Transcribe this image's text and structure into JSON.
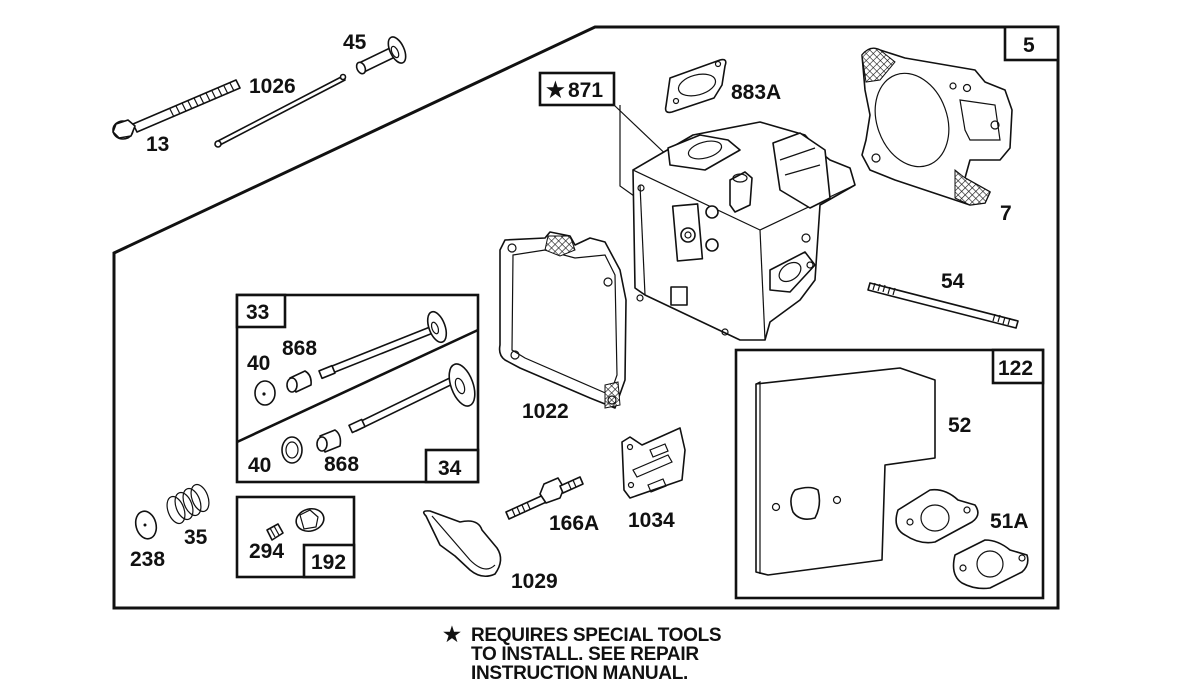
{
  "diagram": {
    "title": "Cylinder Head Parts Diagram",
    "main_group": "5",
    "groups": [
      {
        "id": "33",
        "label": "33"
      },
      {
        "id": "34",
        "label": "34"
      },
      {
        "id": "122",
        "label": "122"
      },
      {
        "id": "192",
        "label": "192"
      }
    ],
    "special_part": {
      "label": "871",
      "star": "★"
    },
    "parts": {
      "p13": "13",
      "p1026": "1026",
      "p45": "45",
      "p883A": "883A",
      "p7": "7",
      "p54": "54",
      "p1022": "1022",
      "p40a": "40",
      "p868a": "868",
      "p40b": "40",
      "p868b": "868",
      "p238": "238",
      "p35": "35",
      "p294": "294",
      "p1029": "1029",
      "p166A": "166A",
      "p1034": "1034",
      "p52": "52",
      "p51A": "51A"
    },
    "footnote": {
      "star": "★",
      "lines": [
        "REQUIRES SPECIAL TOOLS",
        "TO INSTALL.  SEE REPAIR",
        "INSTRUCTION MANUAL."
      ]
    }
  }
}
